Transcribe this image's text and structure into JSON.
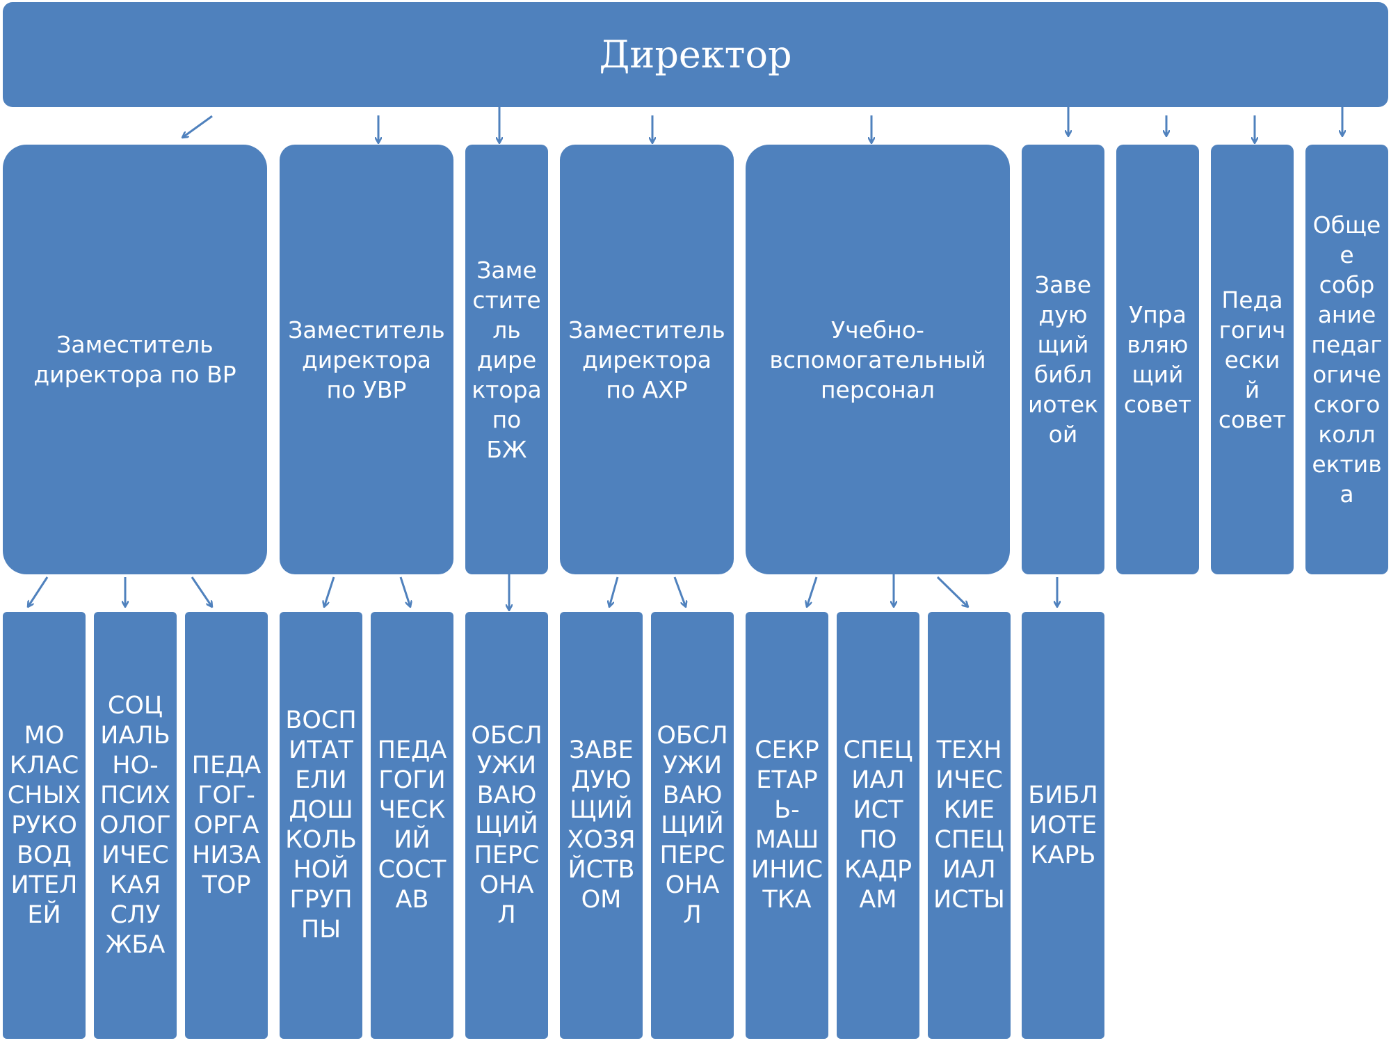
{
  "colors": {
    "box_fill": "#4f81bd",
    "arrow": "#4f81bd",
    "text": "#ffffff"
  },
  "director": {
    "label": "Директор"
  },
  "top_level": [
    {
      "label": "Заместитель\nдиректора по ВР"
    },
    {
      "label": "Заместитель\nдиректора\nпо УВР"
    },
    {
      "label": "Заме\nстите\nль\nдире\nктора\nпо\nБЖ"
    },
    {
      "label": "Заместитель\nдиректора\nпо АХР"
    },
    {
      "label": "Учебно-\nвспомогательный\nперсонал"
    },
    {
      "label": "Заве\nдую\nщий\nбибл\nиотек\nой"
    },
    {
      "label": "Упра\nвляю\nщий\nсовет"
    },
    {
      "label": "Педа\nгогич\nески\nй\nсовет"
    },
    {
      "label": "Обще\nе\nсобр\nание\nпедаг\nогиче\nского\nколл\nектив\nа"
    }
  ],
  "sub_level": [
    {
      "label": "МО\nКЛАС\nСНЫХ\nРУКО\nВОД\nИТЕЛ\nЕЙ"
    },
    {
      "label": "СОЦ\nИАЛЬ\nНО-\nПСИХ\nОЛОГ\nИЧЕС\nКАЯ\nСЛУ\nЖБА"
    },
    {
      "label": "ПЕДА\nГОГ-\nОРГА\nНИЗА\nТОР"
    },
    {
      "label": "ВОСП\nИТАТ\nЕЛИ\nДОШ\nКОЛЬ\nНОЙ\nГРУП\nПЫ"
    },
    {
      "label": "ПЕДА\nГОГИ\nЧЕСК\nИЙ\nСОСТ\nАВ"
    },
    {
      "label": "ОБСЛ\nУЖИ\nВАЮ\nЩИЙ\nПЕРС\nОНА\nЛ"
    },
    {
      "label": "ЗАВЕ\nДУЮ\nЩИЙ\nХОЗЯ\nЙСТВ\nОМ"
    },
    {
      "label": "ОБСЛ\nУЖИ\nВАЮ\nЩИЙ\nПЕРС\nОНА\nЛ"
    },
    {
      "label": "СЕКР\nЕТАР\nЬ-\nМАШ\nИНИС\nТКА"
    },
    {
      "label": "СПЕЦ\nИАЛ\nИСТ\nПО\nКАДР\nАМ"
    },
    {
      "label": "ТЕХН\nИЧЕС\nКИЕ\nСПЕЦ\nИАЛ\nИСТЫ"
    },
    {
      "label": "БИБЛ\nИОТЕ\nКАРЬ"
    }
  ]
}
